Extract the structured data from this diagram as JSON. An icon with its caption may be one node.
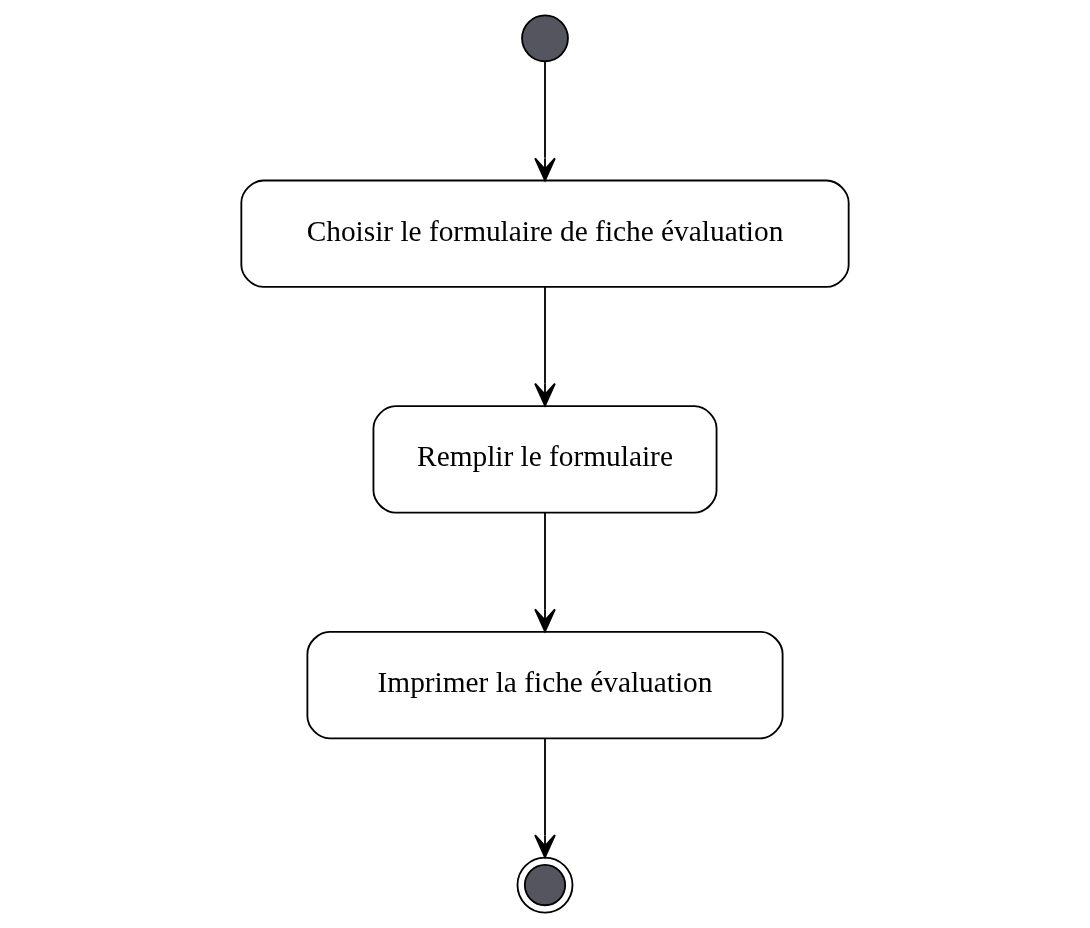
{
  "diagram": {
    "nodes": [
      {
        "text": [],
        "shape": "circle"
      },
      {
        "text": [
          "Choisir le formulaire de fiche évaluation"
        ]
      },
      {
        "text": [
          "Remplir le formulaire"
        ]
      },
      {
        "text": [
          "Imprimer la fiche évaluation"
        ]
      },
      {
        "text": [],
        "shape": "circle"
      }
    ],
    "edges": [
      {
        "from": 0,
        "to": 1,
        "arrow": "to"
      },
      {
        "from": 1,
        "to": 2,
        "arrow": "to"
      },
      {
        "from": 2,
        "to": 3,
        "arrow": "to"
      },
      {
        "from": 3,
        "to": 4,
        "arrow": "to"
      }
    ]
  }
}
